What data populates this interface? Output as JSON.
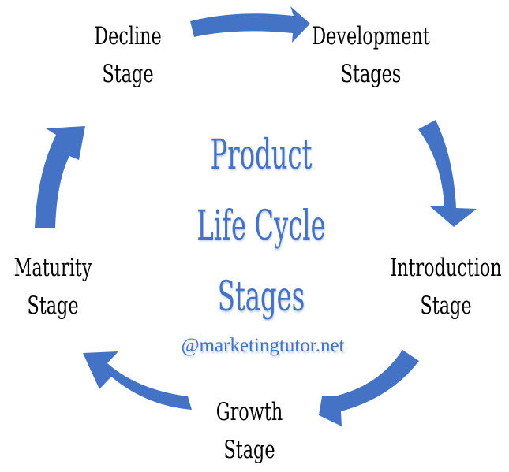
{
  "diagram": {
    "type": "cycle",
    "title": {
      "line1": "Product",
      "line2": "Life Cycle",
      "line3": "Stages"
    },
    "credit": "@marketingtutor.net",
    "colors": {
      "arrow": "#4472c4",
      "title": "#4472c4",
      "stage_text": "#000000",
      "background": "#ffffff"
    },
    "stages": [
      {
        "id": "development",
        "line1": "Development",
        "line2": "Stages"
      },
      {
        "id": "introduction",
        "line1": "Introduction",
        "line2": "Stage"
      },
      {
        "id": "growth",
        "line1": "Growth",
        "line2": "Stage"
      },
      {
        "id": "maturity",
        "line1": "Maturity",
        "line2": "Stage"
      },
      {
        "id": "decline",
        "line1": "Decline",
        "line2": "Stage"
      }
    ],
    "arrows": [
      {
        "from": "decline",
        "to": "development",
        "icon": "curved-arrow-right"
      },
      {
        "from": "development",
        "to": "introduction",
        "icon": "curved-arrow-down"
      },
      {
        "from": "introduction",
        "to": "growth",
        "icon": "curved-arrow-down-left"
      },
      {
        "from": "growth",
        "to": "maturity",
        "icon": "curved-arrow-up-left"
      },
      {
        "from": "maturity",
        "to": "decline",
        "icon": "curved-arrow-up"
      }
    ]
  }
}
